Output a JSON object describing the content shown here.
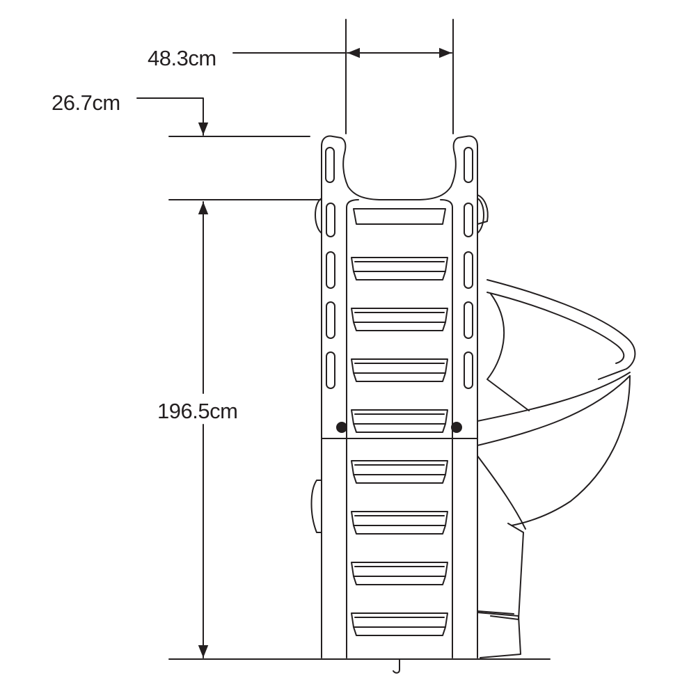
{
  "dimensions": {
    "width_label": "48.3cm",
    "rail_height_label": "26.7cm",
    "total_height_label": "196.5cm"
  },
  "colors": {
    "line": "#231f20",
    "background": "#ffffff"
  },
  "ladder": {
    "step_count": 8
  }
}
